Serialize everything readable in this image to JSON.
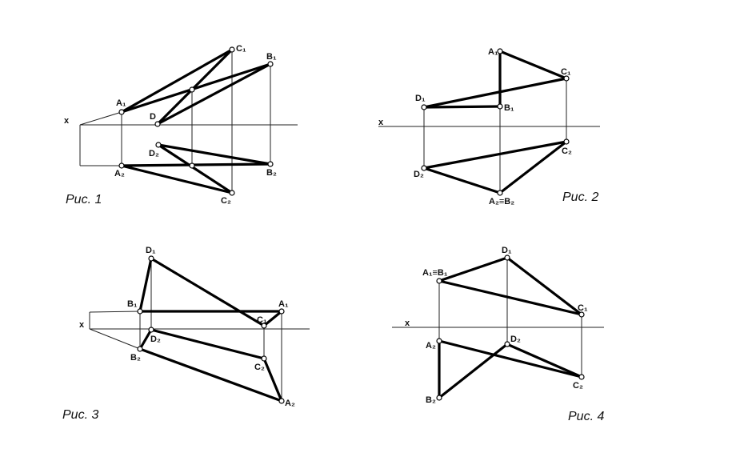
{
  "figures": [
    {
      "caption": "Рис. 1",
      "axis_label": "x",
      "points": [
        {
          "key": "A1",
          "label": "A₁"
        },
        {
          "key": "C1",
          "label": "C₁"
        },
        {
          "key": "B1",
          "label": "B₁"
        },
        {
          "key": "D",
          "label": "D"
        },
        {
          "key": "D2",
          "label": "D₂"
        },
        {
          "key": "A2",
          "label": "A₂"
        },
        {
          "key": "B2",
          "label": "B₂"
        },
        {
          "key": "C2",
          "label": "C₂"
        }
      ]
    },
    {
      "caption": "Рис. 2",
      "axis_label": "x",
      "points": [
        {
          "key": "A1",
          "label": "A₁"
        },
        {
          "key": "C1",
          "label": "C₁"
        },
        {
          "key": "D1",
          "label": "D₁"
        },
        {
          "key": "B1",
          "label": "B₁"
        },
        {
          "key": "C2",
          "label": "C₂"
        },
        {
          "key": "D2",
          "label": "D₂"
        },
        {
          "key": "A2B2",
          "label": "A₂≡B₂"
        }
      ]
    },
    {
      "caption": "Рис. 3",
      "axis_label": "x",
      "points": [
        {
          "key": "D1",
          "label": "D₁"
        },
        {
          "key": "B1",
          "label": "B₁"
        },
        {
          "key": "A1",
          "label": "A₁"
        },
        {
          "key": "C1",
          "label": "C₁"
        },
        {
          "key": "D2",
          "label": "D₂"
        },
        {
          "key": "B2",
          "label": "B₂"
        },
        {
          "key": "C2",
          "label": "C₂"
        },
        {
          "key": "A2",
          "label": "A₂"
        }
      ]
    },
    {
      "caption": "Рис. 4",
      "axis_label": "x",
      "points": [
        {
          "key": "D1",
          "label": "D₁"
        },
        {
          "key": "A1B1",
          "label": "A₁≡B₁"
        },
        {
          "key": "C1",
          "label": "C₁"
        },
        {
          "key": "A2",
          "label": "A₂"
        },
        {
          "key": "D2",
          "label": "D₂"
        },
        {
          "key": "C2",
          "label": "C₂"
        },
        {
          "key": "B2",
          "label": "B₂"
        }
      ]
    }
  ]
}
